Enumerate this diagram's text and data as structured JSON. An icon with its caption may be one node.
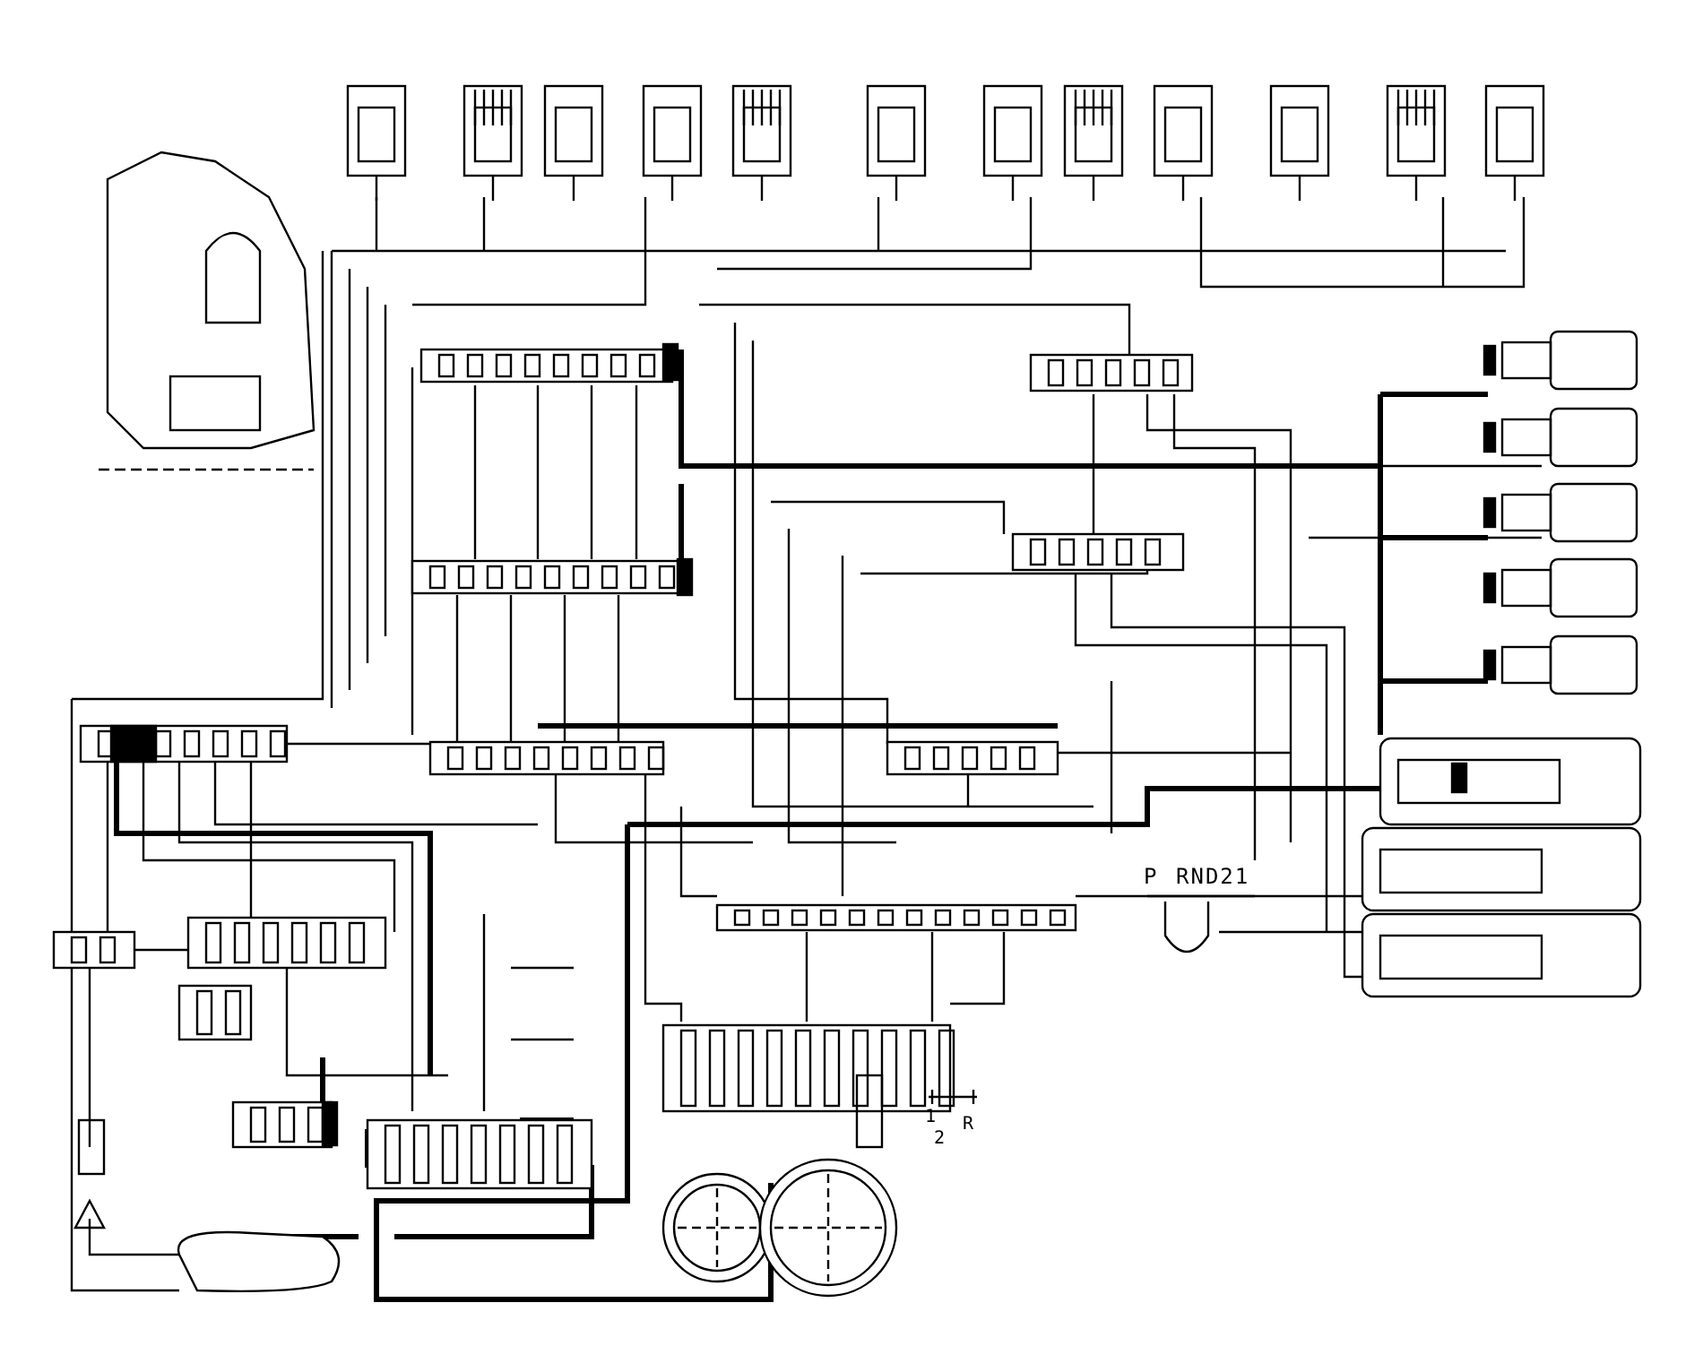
{
  "diagram": {
    "labels": [
      "P",
      "RND21",
      "1",
      "2",
      "R"
    ]
  }
}
